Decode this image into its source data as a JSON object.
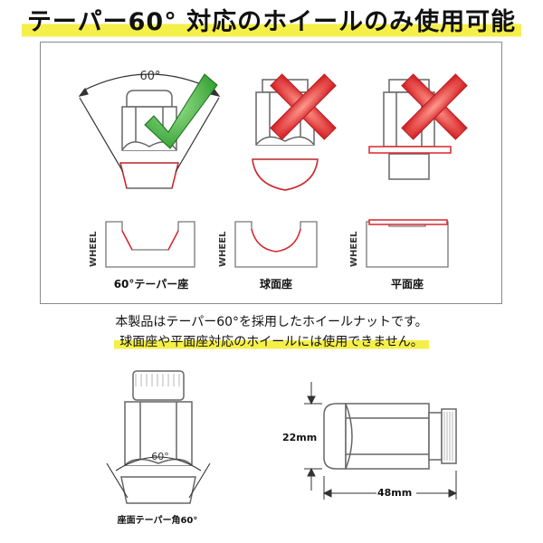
{
  "title": "テーパー60° 対応のホイールのみ使用可能",
  "diagram": {
    "angle_label": "60°",
    "wheel_label": "WHEEL",
    "seats": [
      {
        "label": "60°テーパー座",
        "mark": "check"
      },
      {
        "label": "球面座",
        "mark": "cross"
      },
      {
        "label": "平面座",
        "mark": "cross"
      }
    ]
  },
  "notes": {
    "line1": "本製品はテーパー60°を採用したホイールナットです。",
    "line2": "球面座や平面座対応のホイールには使用できません。"
  },
  "bottom": {
    "angle_label": "60°",
    "caption": "座面テーパー角60°",
    "height_label": "22mm",
    "length_label": "48mm"
  },
  "colors": {
    "highlight": "#f5ef4a",
    "check": "#2fb02f",
    "cross": "#e0282a",
    "accent_line": "#d9262c",
    "outline": "#666666"
  }
}
